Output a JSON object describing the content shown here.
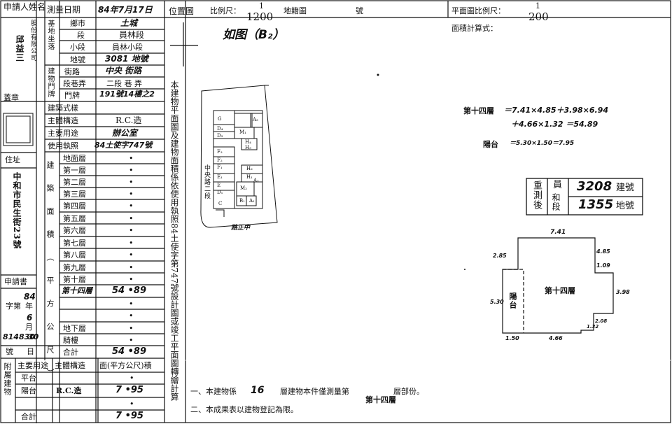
{
  "header": {
    "applicant_label": "申請人姓名",
    "survey_date_label": "測量日期",
    "survey_date_value": "84年7月17日",
    "location_label": "位置圖",
    "scale_label": "比例尺：",
    "scale_num": "1",
    "scale_den": "1200",
    "land_map_label": "地籍圖",
    "number_label": "號",
    "floor_scale_label": "平面圖比例尺：",
    "floor_scale_num": "1",
    "floor_scale_den": "200",
    "area_formula_label": "面積計算式：",
    "as_figure": "如图（B₂）"
  },
  "applicant": {
    "name_line1": "股份有限公司",
    "name_line2": "邱益三",
    "seal_label": "蓋章",
    "address_label": "住址",
    "address_value": "中和市民生街23號",
    "application_label": "申請書",
    "doc_year": "84",
    "doc_month": "6",
    "doc_day": "30",
    "doc_number": "814830",
    "zi_label": "字第",
    "year_label": "年",
    "month_label": "月",
    "day_label": "日",
    "hao_label": "號"
  },
  "location": {
    "base_location_label": "基地坐落",
    "rows": [
      {
        "label": "鄉市",
        "value": "土城"
      },
      {
        "label": "段",
        "value": "員林段"
      },
      {
        "label": "小段",
        "value": "員林小段"
      },
      {
        "label": "地號",
        "value": "3081 地號"
      }
    ],
    "door_label": "建物門牌",
    "door_rows": [
      {
        "label": "街路",
        "value": "中央 街路"
      },
      {
        "label": "段巷弄",
        "value": "二段 巷 弄"
      },
      {
        "label": "門牌",
        "value": "191號14樓之2"
      }
    ]
  },
  "building": {
    "style_label": "建築式樣",
    "structure_label": "主體構造",
    "structure_value": "R.C.造",
    "use_label": "主要用途",
    "use_value": "辦公室",
    "permit_label": "使用執照",
    "permit_value": "84土使字747號",
    "area_section_label": "建築面積（平方公尺）",
    "floors": [
      {
        "label": "地面層",
        "value": "•"
      },
      {
        "label": "第一層",
        "value": "•"
      },
      {
        "label": "第二層",
        "value": "•"
      },
      {
        "label": "第三層",
        "value": "•"
      },
      {
        "label": "第四層",
        "value": "•"
      },
      {
        "label": "第五層",
        "value": "•"
      },
      {
        "label": "第六層",
        "value": "•"
      },
      {
        "label": "第七層",
        "value": "•"
      },
      {
        "label": "第八層",
        "value": "•"
      },
      {
        "label": "第九層",
        "value": "•"
      },
      {
        "label": "第十層",
        "value": "•"
      },
      {
        "label": "第十四層",
        "value": "54 •89"
      },
      {
        "label": "",
        "value": "•"
      },
      {
        "label": "",
        "value": "•"
      },
      {
        "label": "地下層",
        "value": "•"
      },
      {
        "label": "騎樓",
        "value": "•"
      }
    ],
    "total_label": "合計",
    "total_value": "54 •89"
  },
  "annex": {
    "section_label": "附屬建物",
    "col_use": "主要用途",
    "col_structure": "主體構造",
    "col_area": "面(平方公尺)積",
    "rows": [
      {
        "use": "平台",
        "structure": "",
        "area": "•"
      },
      {
        "use": "陽台",
        "structure": "R.C.造",
        "area": "7 •95"
      },
      {
        "use": "",
        "structure": "",
        "area": "•"
      }
    ],
    "total_label": "合計",
    "total_value": "7 •95"
  },
  "vertical_note": "本建物平面圖及建物面積係依使用執照84土使字第747號設計圖或竣工平面圖轉繪計算",
  "site_plan": {
    "road1": "中央路二段",
    "road2": "路正中",
    "units": [
      "G",
      "A₃",
      "D₄",
      "D₃",
      "M₁",
      "F₃",
      "H₄",
      "F₂",
      "H₃",
      "F₁",
      "H₂",
      "E₁",
      "H₁",
      "E",
      "M₂",
      "D₁",
      "B₁",
      "A₁",
      "C",
      "A₂"
    ]
  },
  "calculation": {
    "floor_label": "第十四層",
    "formula_line1": "＝7.41×4.85＋3.98×6.94",
    "formula_line2": "＋4.66×1.32 ＝54.89",
    "balcony_label": "陽台",
    "balcony_formula": "＝5.30×1.50＝7.95"
  },
  "stamp": {
    "left_chars": "重測後",
    "mid_top": "員",
    "mid_bottom": "和段",
    "building_no": "3208",
    "building_no_label": "建號",
    "land_no": "1355",
    "land_no_label": "地號"
  },
  "floor_plan": {
    "title": "第十四層",
    "balcony_label": "陽台",
    "dims": {
      "top": "7.41",
      "left_top": "2.85",
      "right_top": "4.85",
      "right_step": "1.09",
      "right": "3.98",
      "left": "5.30",
      "bottom_right": "1.32",
      "bottom_small": "2.08",
      "bottom_left": "1.50",
      "bottom_mid": "4.66"
    }
  },
  "notes": {
    "note1_prefix": "一、本建物係",
    "note1_floors": "16",
    "note1_middle": "層建物本件僅測量第",
    "note1_suffix": "層部份。",
    "note1_floor_written": "第十四層",
    "note2": "二、本成果表以建物登記為限。"
  }
}
